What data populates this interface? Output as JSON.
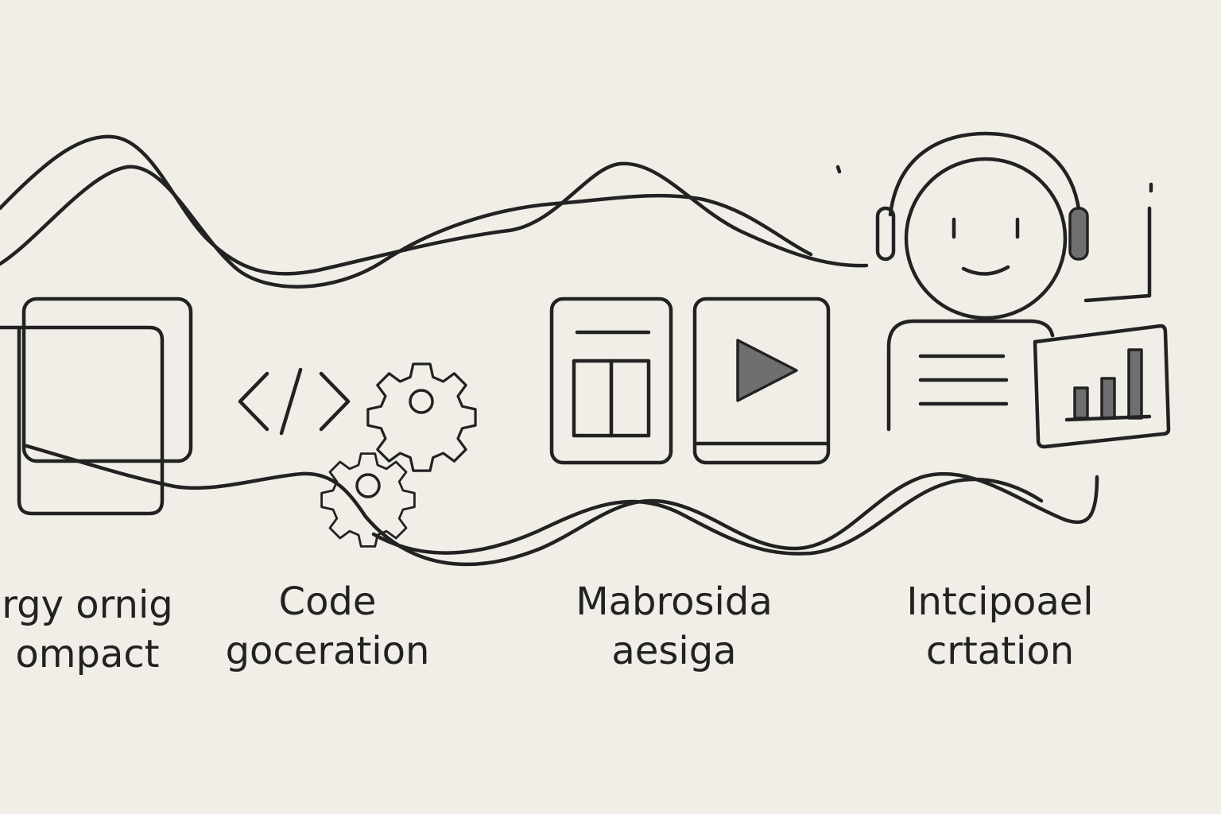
{
  "colors": {
    "paper": "#f1eee8",
    "ink": "#222222",
    "shade": "#6f6f6f"
  },
  "steps": [
    {
      "line1": "rgy ornig",
      "line2": "ompact",
      "icon": "device-frame-icon"
    },
    {
      "line1": "Code",
      "line2": "goceration",
      "icon": "code-gears-icon"
    },
    {
      "line1": "Mabrosida",
      "line2": "aesiga",
      "icon": "layout-video-icon"
    },
    {
      "line1": "Intcipoael",
      "line2": "crtation",
      "icon": "assistant-chart-icon"
    }
  ]
}
